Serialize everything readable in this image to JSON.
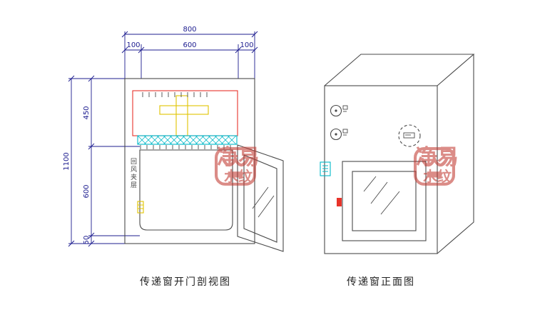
{
  "colors": {
    "line": "#4a4a4a",
    "dim": "#1c1c8f",
    "red": "#e8332a",
    "yellow": "#e0c400",
    "cyan": "#00b8c8",
    "wm": "#c23a32"
  },
  "left_view": {
    "caption": "传递窗开门剖视图",
    "return_air_label": "回风夹层",
    "dimensions": {
      "total_width": "800",
      "width_segments": [
        "100",
        "600",
        "100"
      ],
      "total_height": "1100",
      "height_segments": [
        "450",
        "600",
        "50"
      ]
    }
  },
  "right_view": {
    "caption": "传递窗正面图"
  },
  "watermark": {
    "line1": "净易",
    "line2": "水纹"
  }
}
